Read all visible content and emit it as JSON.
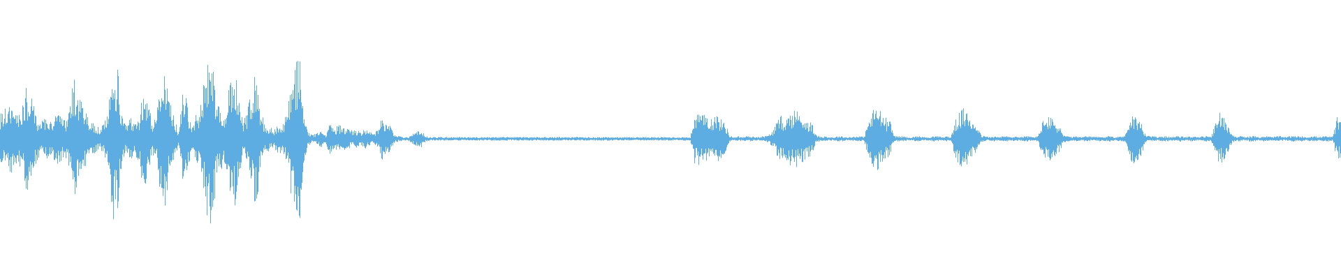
{
  "waveform": {
    "color": "#5DADE2",
    "background": "#ffffff",
    "peak_envelope": [
      0.28,
      0.34,
      0.36,
      0.4,
      0.3,
      0.34,
      0.58,
      0.52,
      0.3,
      0.2,
      0.22,
      0.24,
      0.22,
      0.3,
      0.25,
      0.2,
      0.34,
      0.72,
      0.45,
      0.4,
      0.28,
      0.18,
      0.16,
      0.12,
      0.18,
      0.38,
      0.92,
      0.82,
      0.28,
      0.14,
      0.24,
      0.2,
      0.26,
      0.6,
      0.52,
      0.16,
      0.28,
      0.66,
      0.75,
      0.44,
      0.28,
      0.08,
      0.5,
      0.44,
      0.12,
      0.26,
      0.36,
      0.68,
      1.0,
      0.86,
      0.42,
      0.36,
      0.28,
      0.7,
      0.8,
      0.44,
      0.2,
      0.34,
      0.62,
      0.74,
      0.34,
      0.16,
      0.14,
      0.1,
      0.18,
      0.14,
      0.3,
      0.62,
      0.88,
      0.9,
      0.26,
      0.08,
      0.04,
      0.08,
      0.1,
      0.04,
      0.2,
      0.12,
      0.16,
      0.14,
      0.12,
      0.1,
      0.1,
      0.08,
      0.12,
      0.08,
      0.06,
      0.1,
      0.24,
      0.18,
      0.14,
      0.04,
      0.03,
      0.02,
      0.02,
      0.06,
      0.08,
      0.1,
      0.03,
      0.02,
      0.02,
      0.02,
      0.02,
      0.02,
      0.02,
      0.02,
      0.02,
      0.02,
      0.02,
      0.02,
      0.02,
      0.02,
      0.02,
      0.02,
      0.02,
      0.02,
      0.02,
      0.02,
      0.02,
      0.02,
      0.02,
      0.02,
      0.02,
      0.02,
      0.02,
      0.02,
      0.02,
      0.02,
      0.02,
      0.02,
      0.02,
      0.02,
      0.02,
      0.02,
      0.02,
      0.02,
      0.02,
      0.02,
      0.02,
      0.02,
      0.02,
      0.02,
      0.02,
      0.02,
      0.02,
      0.02,
      0.02,
      0.02,
      0.02,
      0.02,
      0.02,
      0.02,
      0.02,
      0.02,
      0.02,
      0.02,
      0.02,
      0.02,
      0.02,
      0.02,
      0.28,
      0.3,
      0.26,
      0.3,
      0.24,
      0.28,
      0.22,
      0.2,
      0.04,
      0.02,
      0.03,
      0.02,
      0.03,
      0.03,
      0.02,
      0.03,
      0.03,
      0.04,
      0.1,
      0.2,
      0.26,
      0.22,
      0.3,
      0.34,
      0.3,
      0.26,
      0.22,
      0.18,
      0.04,
      0.03,
      0.03,
      0.02,
      0.02,
      0.03,
      0.03,
      0.02,
      0.02,
      0.03,
      0.03,
      0.02,
      0.2,
      0.32,
      0.38,
      0.3,
      0.24,
      0.2,
      0.04,
      0.03,
      0.03,
      0.02,
      0.02,
      0.03,
      0.03,
      0.02,
      0.02,
      0.03,
      0.03,
      0.02,
      0.03,
      0.02,
      0.2,
      0.3,
      0.34,
      0.28,
      0.22,
      0.2,
      0.04,
      0.03,
      0.02,
      0.03,
      0.02,
      0.03,
      0.03,
      0.02,
      0.03,
      0.02,
      0.03,
      0.03,
      0.02,
      0.03,
      0.18,
      0.26,
      0.24,
      0.2,
      0.16,
      0.04,
      0.03,
      0.02,
      0.03,
      0.02,
      0.03,
      0.03,
      0.02,
      0.03,
      0.02,
      0.03,
      0.03,
      0.02,
      0.03,
      0.03,
      0.2,
      0.28,
      0.24,
      0.18,
      0.04,
      0.03,
      0.03,
      0.02,
      0.03,
      0.03,
      0.02,
      0.03,
      0.03,
      0.02,
      0.03,
      0.03,
      0.02,
      0.03,
      0.03,
      0.02,
      0.18,
      0.3,
      0.24,
      0.16,
      0.04,
      0.03,
      0.03,
      0.02,
      0.03,
      0.03,
      0.02,
      0.03,
      0.03,
      0.02,
      0.03,
      0.03,
      0.02,
      0.03,
      0.03,
      0.03,
      0.03,
      0.02,
      0.03,
      0.03,
      0.02,
      0.03,
      0.03,
      0.02,
      0.24,
      0.2
    ]
  }
}
